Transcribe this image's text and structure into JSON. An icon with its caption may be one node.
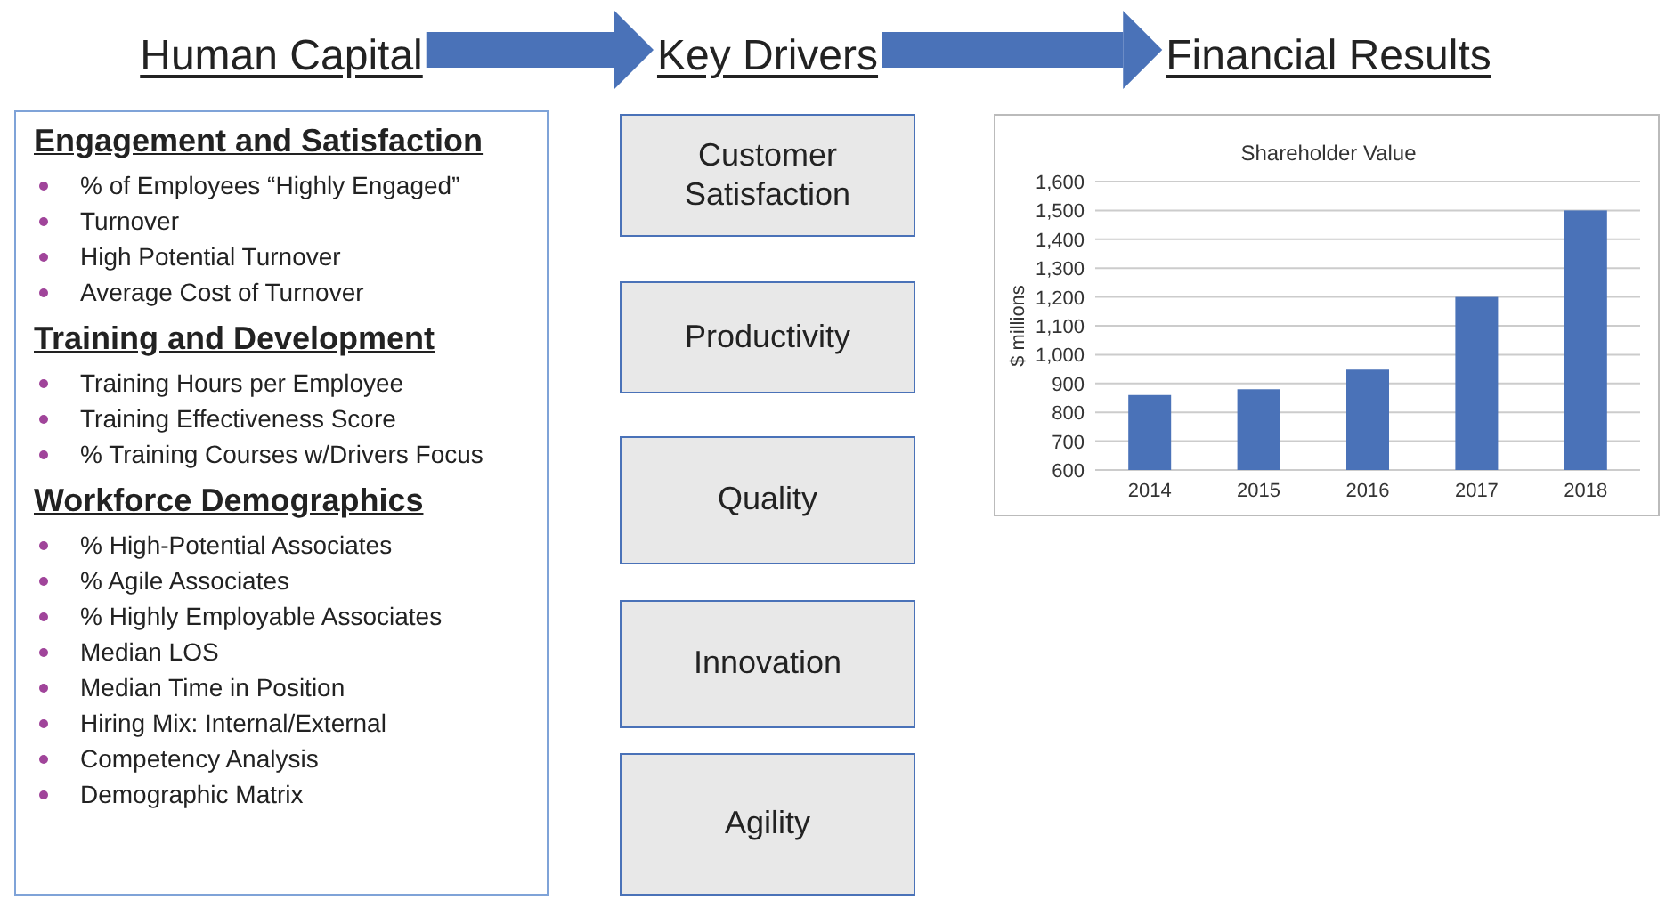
{
  "diagram": {
    "nodes": [
      {
        "text": [
          "Human Capital"
        ]
      },
      {
        "text": [
          "Key Drivers"
        ]
      },
      {
        "text": [
          "Financial Results"
        ]
      },
      {
        "text": [
          "Engagement and Satisfaction",
          "% of Employees “Highly Engaged”",
          "Turnover",
          "High Potential Turnover",
          "Average Cost of Turnover",
          "Training and Development",
          "Training Hours per Employee",
          "Training Effectiveness Score",
          "% Training Courses w/Drivers Focus",
          "Workforce Demographics",
          "% High-Potential Associates",
          "% Agile Associates",
          "% Highly Employable Associates",
          "Median LOS",
          "Median Time in Position",
          "Hiring Mix: Internal/External",
          "Competency Analysis",
          "Demographic Matrix"
        ]
      },
      {
        "text": [
          "Customer Satisfaction"
        ]
      },
      {
        "text": [
          "Productivity"
        ]
      },
      {
        "text": [
          "Quality"
        ]
      },
      {
        "text": [
          "Innovation"
        ]
      },
      {
        "text": [
          "Agility"
        ]
      }
    ],
    "edges": [
      {
        "from": 0,
        "to": 1,
        "arrow": "to"
      },
      {
        "from": 1,
        "to": 2,
        "arrow": "to"
      }
    ],
    "chart_data": {
      "type": "bar",
      "title": "Shareholder Value",
      "ylabel": "$ millions",
      "categories": [
        "2014",
        "2015",
        "2016",
        "2017",
        "2018"
      ],
      "series": [
        {
          "color": "#4a72b8",
          "values": [
            860,
            880,
            948,
            1200,
            1500
          ]
        }
      ],
      "ylim": [
        600,
        1600
      ],
      "grid": true,
      "yticks": [
        600,
        700,
        800,
        900,
        {
          "value": 1000,
          "label": "1,000"
        },
        {
          "value": 1100,
          "label": "1,100"
        },
        {
          "value": 1200,
          "label": "1,200"
        },
        {
          "value": 1300,
          "label": "1,300"
        },
        {
          "value": 1400,
          "label": "1,400"
        },
        {
          "value": 1500,
          "label": "1,500"
        },
        {
          "value": 1600,
          "label": "1,600"
        }
      ]
    }
  }
}
